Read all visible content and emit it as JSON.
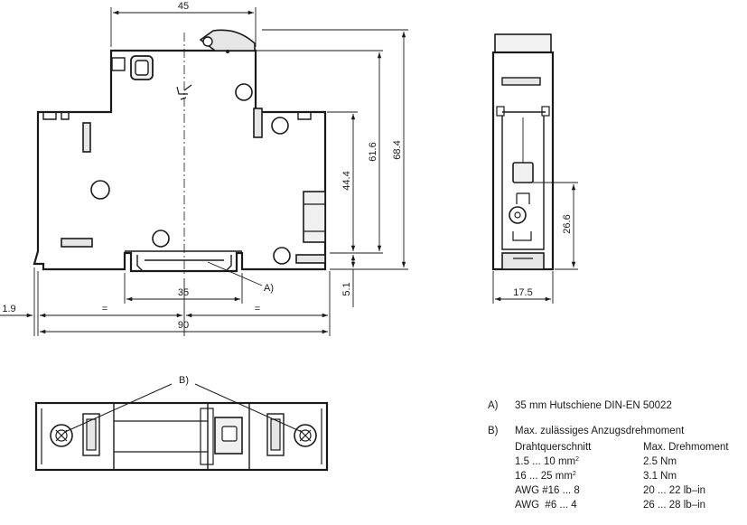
{
  "dimensions": {
    "width_top": "45",
    "height_total": "68.4",
    "height_mid": "61.6",
    "height_body": "44.4",
    "rail_offset": "5.1",
    "rail_width": "35",
    "left_offset": "1.9",
    "equal_left": "=",
    "equal_right": "=",
    "width_total": "90",
    "side_width": "17.5",
    "side_height": "26.6"
  },
  "labels": {
    "callout_a": "A)",
    "callout_b": "B)"
  },
  "legend": {
    "a_key": "A)",
    "a_text": "35 mm Hutschiene DIN-EN 50022",
    "b_key": "B)",
    "b_text": "Max. zulässiges Anzugsdrehmoment",
    "col1_header": "Drahtquerschnitt",
    "col2_header": "Max. Drehmoment",
    "rows": [
      {
        "size": "1.5 ... 10 mm",
        "sup": "2",
        "torque": "2.5 Nm"
      },
      {
        "size": "16 ... 25 mm",
        "sup": "2",
        "torque": "3.1 Nm"
      },
      {
        "size": "AWG #16 ... 8",
        "sup": "",
        "torque": "20 ... 22 lb–in"
      },
      {
        "size": "AWG  #6 ... 4",
        "sup": "",
        "torque": "26 ... 28 lb–in"
      }
    ]
  }
}
